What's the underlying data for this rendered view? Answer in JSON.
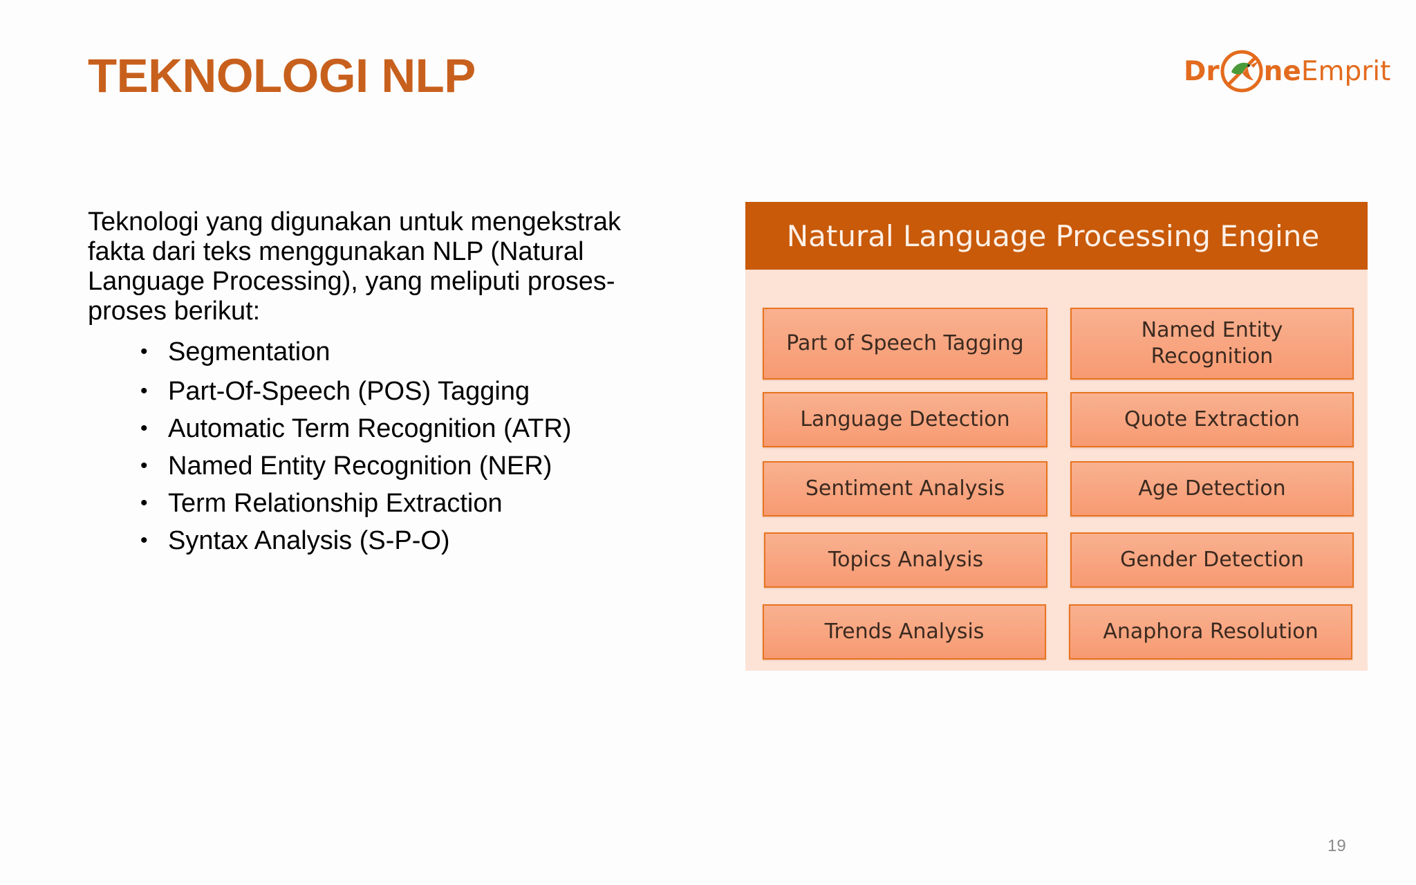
{
  "slide": {
    "title": "TEKNOLOGI NLP",
    "page_number": "19"
  },
  "logo": {
    "pre": "Dr",
    "mid": "ne",
    "post": "Emprit",
    "colors": {
      "orange": "#e36b1e",
      "green": "#4a9a3a"
    }
  },
  "intro": {
    "text": "Teknologi yang digunakan untuk mengekstrak fakta dari teks menggunakan NLP (Natural Language Processing), yang meliputi proses-proses berikut:"
  },
  "bullets": [
    "Segmentation",
    "Part-Of-Speech (POS) Tagging",
    "Automatic Term Recognition (ATR)",
    "Named Entity Recognition (NER)",
    "Term Relationship Extraction",
    "Syntax Analysis (S-P-O)"
  ],
  "engine": {
    "title": "Natural Language Processing Engine",
    "components": {
      "left": [
        "Part of Speech Tagging",
        "Language Detection",
        "Sentiment Analysis",
        "Topics Analysis",
        "Trends Analysis"
      ],
      "right": [
        "Named Entity Recognition",
        "Quote Extraction",
        "Age Detection",
        "Gender Detection",
        "Anaphora Resolution"
      ]
    }
  },
  "colors": {
    "title": "#c8601d",
    "engine_header": "#c85a0a",
    "engine_background": "#fde2d6",
    "box_border": "#e8741f",
    "box_fill": "#f79a72"
  }
}
